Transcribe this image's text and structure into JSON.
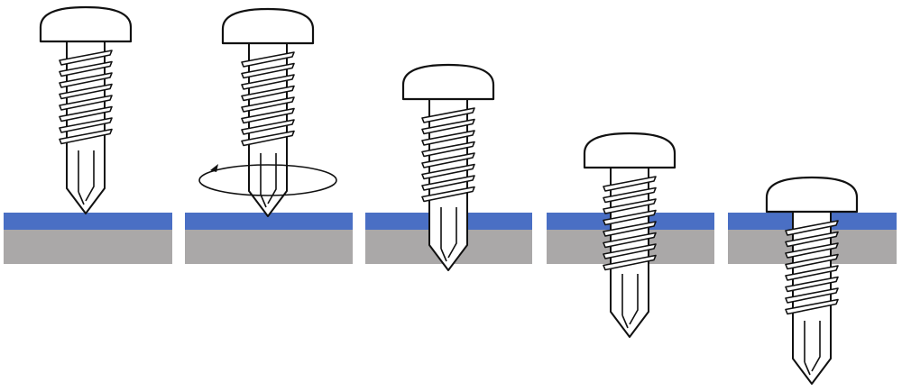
{
  "colors": {
    "background": "#ffffff",
    "sheet_metal": "#4a6fc4",
    "base_material": "#aaa8a8",
    "outline": "#111111",
    "screw_fill": "#ffffff"
  },
  "icons": {
    "rotation_indicator": "rotation-arrow-icon",
    "screw": "self-drilling-screw-icon"
  },
  "stages": [
    {
      "name": "stage-1-position",
      "rotation_arrow": false
    },
    {
      "name": "stage-2-rotate",
      "rotation_arrow": true
    },
    {
      "name": "stage-3-drill",
      "rotation_arrow": false
    },
    {
      "name": "stage-4-tap",
      "rotation_arrow": false
    },
    {
      "name": "stage-5-fasten",
      "rotation_arrow": false
    }
  ]
}
